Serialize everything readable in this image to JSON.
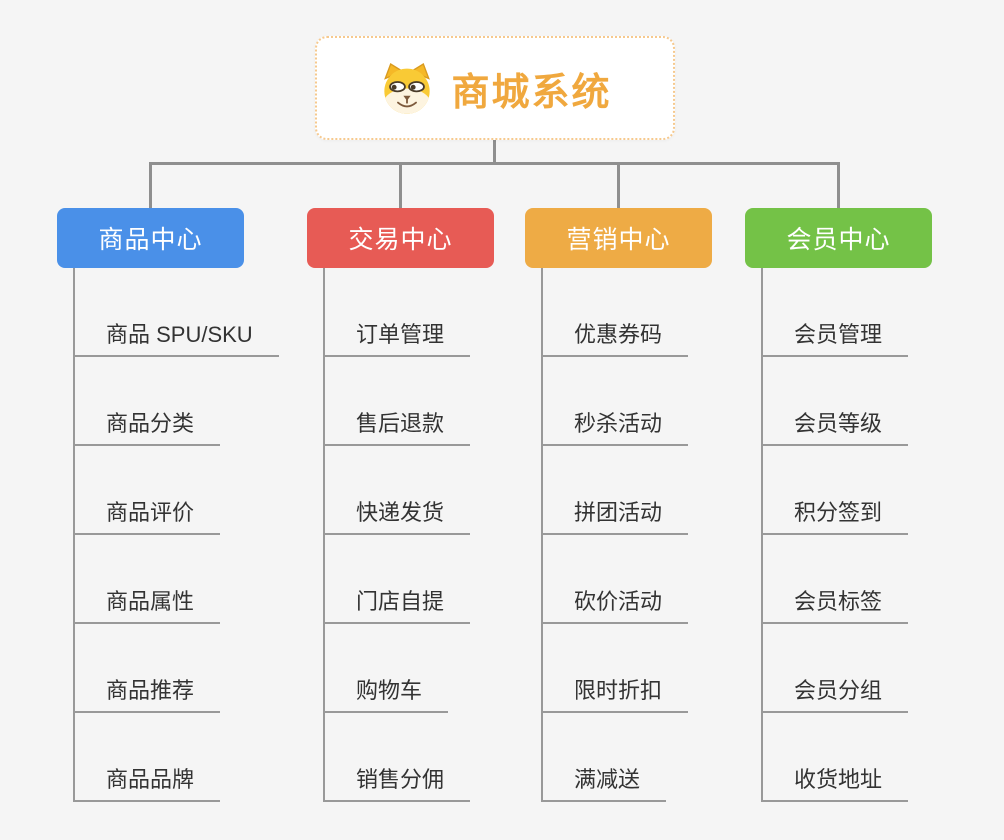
{
  "canvas": {
    "background": "#f5f5f5",
    "line_color": "#8f8f8f",
    "underline_color": "#999999"
  },
  "root": {
    "title": "商城系统",
    "icon": "shiba-dog-icon",
    "text_color": "#f0a83e",
    "border_color": "#f6c98e",
    "background": "#ffffff"
  },
  "branches": [
    {
      "label": "商品中心",
      "color": "#4a90e8",
      "children": [
        "商品 SPU/SKU",
        "商品分类",
        "商品评价",
        "商品属性",
        "商品推荐",
        "商品品牌"
      ]
    },
    {
      "label": "交易中心",
      "color": "#e75b55",
      "children": [
        "订单管理",
        "售后退款",
        "快递发货",
        "门店自提",
        "购物车",
        "销售分佣"
      ]
    },
    {
      "label": "营销中心",
      "color": "#eeab45",
      "children": [
        "优惠券码",
        "秒杀活动",
        "拼团活动",
        "砍价活动",
        "限时折扣",
        "满减送"
      ]
    },
    {
      "label": "会员中心",
      "color": "#74c247",
      "children": [
        "会员管理",
        "会员等级",
        "积分签到",
        "会员标签",
        "会员分组",
        "收货地址"
      ]
    }
  ]
}
